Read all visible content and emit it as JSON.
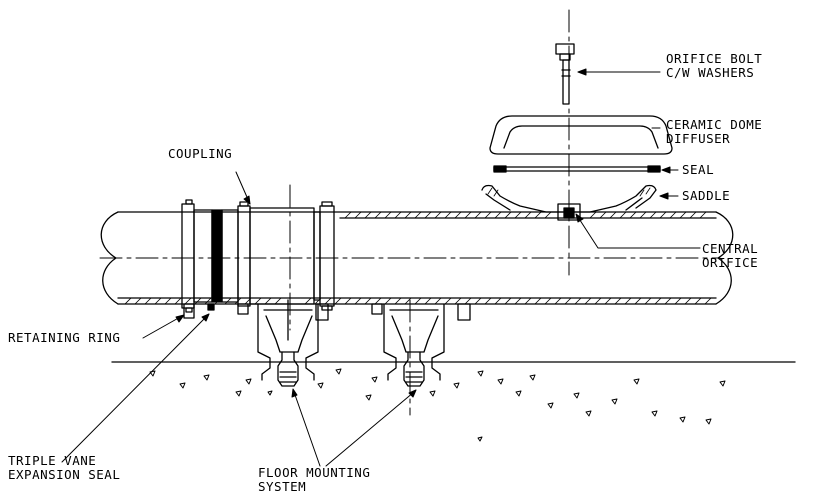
{
  "labels": {
    "orifice_bolt": [
      "ORIFICE BOLT",
      "C/W WASHERS"
    ],
    "ceramic_dome": [
      "CERAMIC DOME",
      "DIFFUSER"
    ],
    "seal": "SEAL",
    "saddle": "SADDLE",
    "coupling": "COUPLING",
    "central_orifice": [
      "CENTRAL",
      "ORIFICE"
    ],
    "retaining_ring": "RETAINING RING",
    "triple_vane": [
      "TRIPLE VANE",
      "EXPANSION SEAL"
    ],
    "floor_mounting": [
      "FLOOR MOUNTING",
      "SYSTEM"
    ]
  },
  "colors": {
    "line": "#000000",
    "background": "#ffffff"
  }
}
